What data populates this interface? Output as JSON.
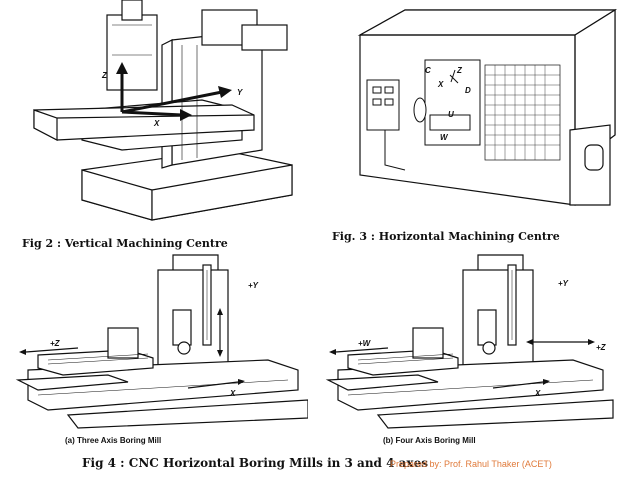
{
  "fig2": {
    "caption": "Fig 2 : Vertical Machining Centre",
    "axes": {
      "z": "Z",
      "y": "Y",
      "x": "X"
    }
  },
  "fig3": {
    "caption": "Fig. 3 : Horizontal Machining Centre",
    "axes": {
      "c": "C",
      "x": "X",
      "z": "Z",
      "u": "U",
      "w": "W",
      "d": "D"
    }
  },
  "fig4": {
    "caption": "Fig 4 : CNC Horizontal Boring Mills in 3 and 4 axes",
    "left": {
      "subcaption": "(a) Three Axis Boring Mill",
      "axes": {
        "y": "+Y",
        "z": "+Z",
        "x": "X"
      }
    },
    "right": {
      "subcaption": "(b) Four Axis Boring Mill",
      "axes": {
        "y": "+Y",
        "w": "+W",
        "z": "+Z",
        "x": "X"
      }
    }
  },
  "credit": "Prepared by: Prof. Rahul Thaker (ACET)"
}
